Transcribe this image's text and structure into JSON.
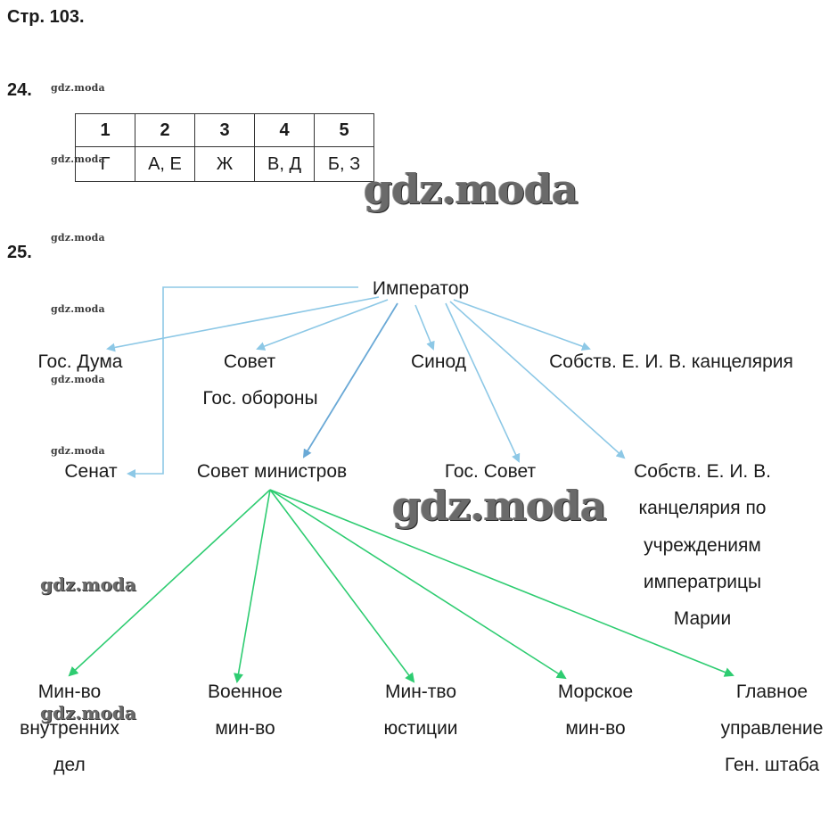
{
  "page": {
    "title": "Стр. 103."
  },
  "task24": {
    "number": "24.",
    "headers": [
      "1",
      "2",
      "3",
      "4",
      "5"
    ],
    "answers": [
      "Г",
      "А, Е",
      "Ж",
      "В, Д",
      "Б, З"
    ]
  },
  "task25": {
    "number": "25.",
    "emperor": "Император",
    "gos_duma": "Гос. Дума",
    "sovet_line1": "Совет",
    "sovet_line2": "Гос. обороны",
    "sinod": "Синод",
    "chancellery": "Собств. Е. И. В. канцелярия",
    "senat": "Сенат",
    "council_ministers": "Совет министров",
    "gos_sovet": "Гос. Совет",
    "chancellery_maria": [
      "Собств. Е. И. В.",
      "канцелярия по",
      "учреждениям",
      "императрицы",
      "Марии"
    ],
    "min_interior": [
      "Мин-во",
      "внутренних",
      "дел"
    ],
    "min_war": [
      "Военное",
      "мин-во"
    ],
    "min_justice": [
      "Мин-тво",
      "юстиции"
    ],
    "min_navy": [
      "Морское",
      "мин-во"
    ],
    "general_staff": [
      "Главное",
      "управление",
      "Ген. штаба"
    ]
  },
  "watermark": {
    "text": "gdz.moda"
  },
  "colors": {
    "blue_arrow": "#8dc8e6",
    "green_arrow": "#2ecc71",
    "text": "#1a1a1a"
  }
}
